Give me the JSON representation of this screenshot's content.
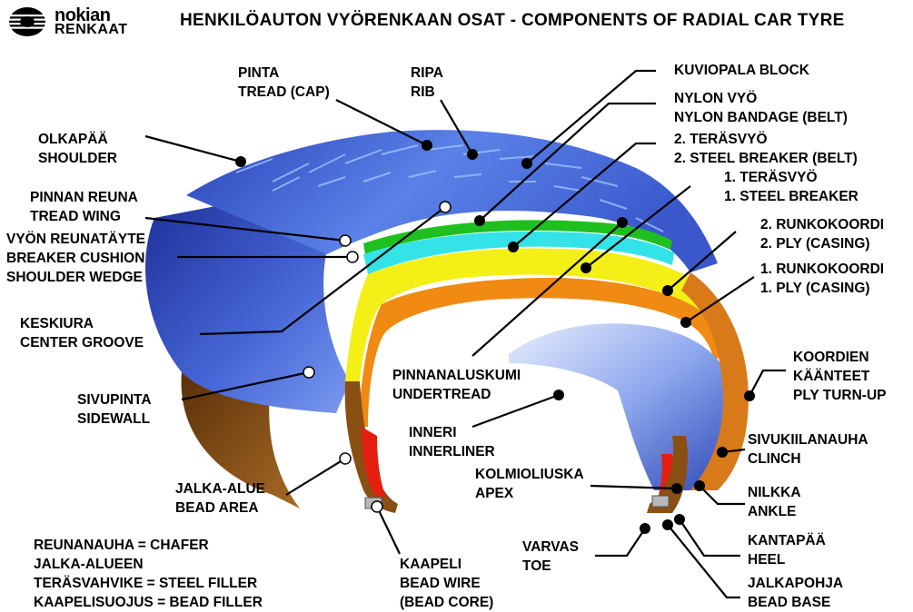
{
  "brand": {
    "line1": "nokian",
    "line2": "RENKAAT",
    "logo_icon": "nokian-tyre-logo-icon"
  },
  "title": "HENKILÖAUTON VYÖRENKAAN OSAT  -  COMPONENTS OF RADIAL CAR TYRE",
  "colors": {
    "tread_blue": "#3f63d8",
    "sidewall_blue": "#2b46b8",
    "green_belt": "#1fbf20",
    "cyan_breaker": "#34e3e7",
    "yellow_ply": "#f4ef17",
    "orange_ply": "#f08a12",
    "brown_inner": "#8a4f13",
    "red_bead": "#e31f10"
  },
  "labels": {
    "pinta": [
      "PINTA",
      "TREAD (CAP)"
    ],
    "ripa": [
      "RIPA",
      "RIB"
    ],
    "kuviopala": [
      "KUVIOPALA    BLOCK"
    ],
    "nylon": [
      "NYLON VYÖ",
      "NYLON BANDAGE (BELT)"
    ],
    "terasvyo2": [
      "2. TERÄSVYÖ",
      "2. STEEL BREAKER (BELT)"
    ],
    "terasvyo1": [
      "1. TERÄSVYÖ",
      "1. STEEL BREAKER"
    ],
    "runko2": [
      "2. RUNKOKOORDI",
      "2. PLY (CASING)"
    ],
    "runko1": [
      "1. RUNKOKOORDI",
      "1. PLY (CASING)"
    ],
    "olkapaa": [
      "OLKAPÄÄ",
      "SHOULDER"
    ],
    "pinnan_reuna": [
      "PINNAN REUNA",
      "TREAD WING"
    ],
    "vyon_reuna": [
      "VYÖN REUNATÄYTE",
      "BREAKER CUSHION",
      "SHOULDER WEDGE"
    ],
    "keskiura": [
      "KESKIURA",
      "CENTER GROOVE"
    ],
    "sivupinta": [
      "SIVUPINTA",
      "SIDEWALL"
    ],
    "pinnanaluskumi": [
      "PINNANALUSKUMI",
      "UNDERTREAD"
    ],
    "inneri": [
      "INNERI",
      "INNERLINER"
    ],
    "koordien": [
      "KOORDIEN",
      "KÄÄNTEET",
      "PLY TURN-UP"
    ],
    "sivukiila": [
      "SIVUKIILANAUHA",
      "CLINCH"
    ],
    "kolmio": [
      "KOLMIOLIUSKA",
      "APEX"
    ],
    "nilkka": [
      "NILKKA",
      "ANKLE"
    ],
    "jalka_alue": [
      "JALKA-ALUE",
      "BEAD AREA"
    ],
    "kantapaa": [
      "KANTAPÄÄ",
      "HEEL"
    ],
    "varvas": [
      "VARVAS",
      "TOE"
    ],
    "kaapeli": [
      "KAAPELI",
      "BEAD WIRE",
      "(BEAD CORE)"
    ],
    "jalkapohja": [
      "JALKAPOHJA",
      "BEAD BASE"
    ],
    "legend": [
      "REUNANAUHA = CHAFER",
      "JALKA-ALUEEN",
      "TERÄSVAHVIKE = STEEL FILLER",
      "KAAPELISUOJUS = BEAD FILLER"
    ]
  }
}
